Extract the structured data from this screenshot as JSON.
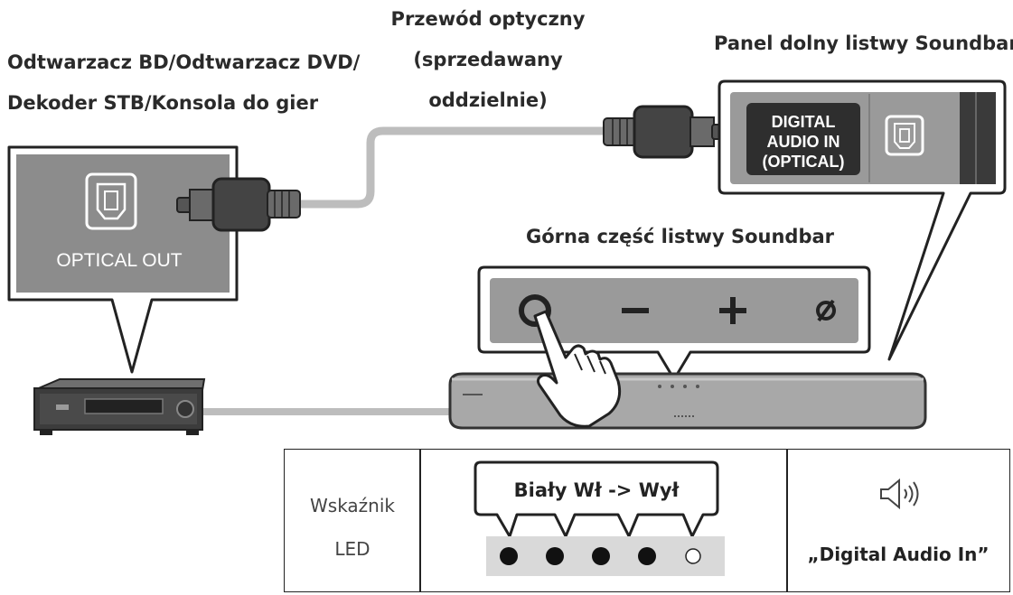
{
  "labels": {
    "source_line1": "Odtwarzacz BD/Odtwarzacz DVD/",
    "source_line2": "Dekoder STB/Konsola do gier",
    "cable_line1": "Przewód optyczny",
    "cable_line2": "(sprzedawany",
    "cable_line3": "oddzielnie)",
    "bottom_panel": "Panel dolny listwy Soundbar",
    "top_panel": "Górna część listwy Soundbar",
    "optical_out": "OPTICAL OUT",
    "digital_in_line1": "DIGITAL",
    "digital_in_line2": "AUDIO IN",
    "digital_in_line3": "(OPTICAL)"
  },
  "top_buttons": {
    "power": "power",
    "minus": "−",
    "plus": "+",
    "mic": "ø"
  },
  "led_table": {
    "label_line1": "Wskaźnik",
    "label_line2": "LED",
    "bubble_text": "Biały Wł -> Wył",
    "leds": [
      "on",
      "on",
      "on",
      "on",
      "off"
    ],
    "result_text": "„Digital Audio In”",
    "result_icon": "speaker-icon"
  },
  "colors": {
    "panel_gray": "#8c8c8c",
    "dark_panel": "#3a3a3a",
    "cable_gray": "#bdbdbd",
    "led_strip": "#d9d9d9"
  }
}
